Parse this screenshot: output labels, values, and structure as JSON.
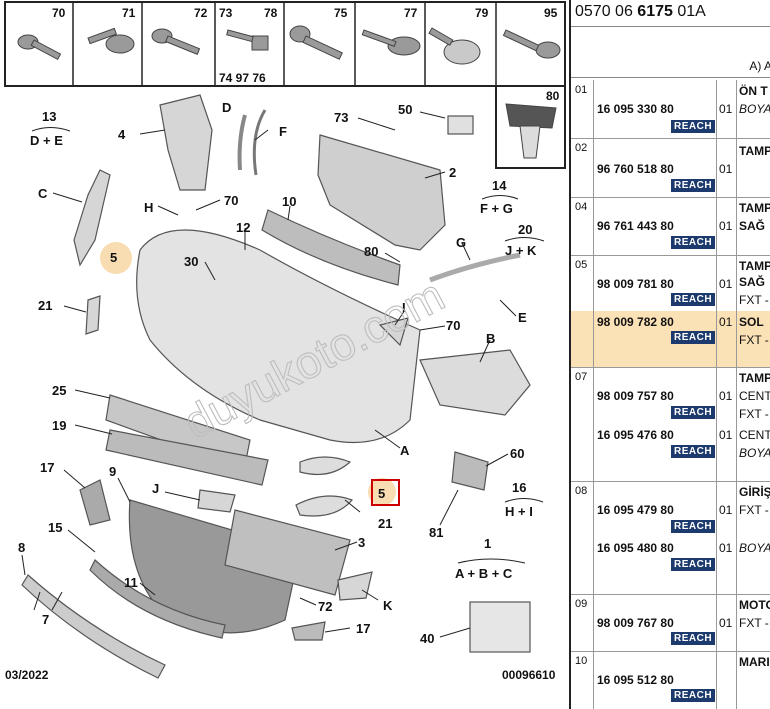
{
  "header": {
    "ref_prefix": "0570 06",
    "ref_bold": "6175",
    "ref_suffix": "01A",
    "sub_text": "A) A"
  },
  "fastener_labels": [
    "70",
    "71",
    "72",
    "73",
    "78",
    "75",
    "77",
    "79",
    "95",
    "74 97 76",
    "80"
  ],
  "diagram": {
    "labels": [
      "13",
      "D + E",
      "4",
      "D",
      "F",
      "73",
      "50",
      "2",
      "C",
      "H",
      "70",
      "10",
      "14",
      "F + G",
      "20",
      "J + K",
      "5",
      "12",
      "30",
      "80",
      "G",
      "21",
      "I",
      "70",
      "E",
      "B",
      "25",
      "19",
      "A",
      "60",
      "17",
      "9",
      "J",
      "5",
      "16",
      "H + I",
      "21",
      "15",
      "3",
      "81",
      "8",
      "11",
      "1",
      "A + B + C",
      "72",
      "K",
      "7",
      "17",
      "40"
    ],
    "date": "03/2022",
    "code": "00096610",
    "watermark": "duyukoto.com"
  },
  "rows": [
    {
      "num": "01",
      "parts": [
        {
          "pn": "16 095 330 80",
          "reach": "REACH",
          "qty": "01",
          "desc": "ÖN T",
          "desc2": "BOYA"
        }
      ]
    },
    {
      "num": "02",
      "parts": [
        {
          "pn": "96 760 518 80",
          "reach": "REACH",
          "qty": "01",
          "desc": "TAMP",
          "desc2": ""
        }
      ]
    },
    {
      "num": "04",
      "parts": [
        {
          "pn": "96 761 443 80",
          "reach": "REACH",
          "qty": "01",
          "desc": "TAMP",
          "desc2": "SAĞ"
        }
      ]
    },
    {
      "num": "05",
      "parts": [
        {
          "pn": "98 009 781 80",
          "reach": "REACH",
          "qty": "01",
          "desc": "TAMP",
          "desc2": "SAĞ",
          "desc3": "FXT -"
        }
      ]
    },
    {
      "num": "",
      "parts": [
        {
          "pn": "98 009 782 80",
          "reach": "REACH",
          "qty": "01",
          "desc": "SOL",
          "desc2": "FXT -"
        }
      ]
    },
    {
      "num": "07",
      "parts": [
        {
          "pn": "98 009 757 80",
          "reach": "REACH",
          "qty": "01",
          "desc": "TAMP",
          "desc2": "CENT",
          "desc3": "FXT -"
        },
        {
          "pn": "16 095 476 80",
          "reach": "REACH",
          "qty": "01",
          "desc": "CENT",
          "desc2": "BOYA"
        }
      ]
    },
    {
      "num": "08",
      "parts": [
        {
          "pn": "16 095 479 80",
          "reach": "REACH",
          "qty": "01",
          "desc": "GİRİŞ",
          "desc2": "FXT -"
        },
        {
          "pn": "16 095 480 80",
          "reach": "REACH",
          "qty": "01",
          "desc": "BOYA",
          "desc2": ""
        }
      ]
    },
    {
      "num": "09",
      "parts": [
        {
          "pn": "98 009 767 80",
          "reach": "REACH",
          "qty": "01",
          "desc": "MOTO",
          "desc2": "FXT -"
        }
      ]
    },
    {
      "num": "10",
      "parts": [
        {
          "pn": "16 095 512 80",
          "reach": "REACH",
          "qty": "",
          "desc": "MARI",
          "desc2": ""
        }
      ]
    }
  ]
}
